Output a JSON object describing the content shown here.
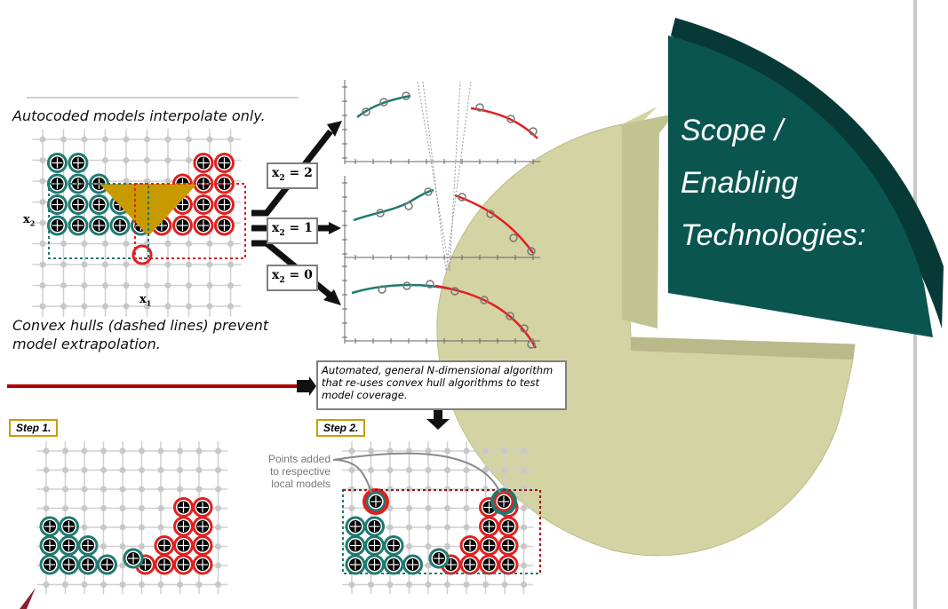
{
  "diagram": {
    "caption_top": "Autocoded models interpolate only.",
    "caption_bottom_line1": "Convex hulls (dashed lines) prevent",
    "caption_bottom_line2": "model extrapolation.",
    "axis_x": "x",
    "axis_x_sub": "1",
    "axis_y": "x",
    "axis_y_sub": "2",
    "slice_labels": [
      {
        "var": "x",
        "sub": "2",
        "eq": " = 2"
      },
      {
        "var": "x",
        "sub": "2",
        "eq": " = 1"
      },
      {
        "var": "x",
        "sub": "2",
        "eq": " = 0"
      }
    ],
    "algorithm_box": "Automated, general N-dimensional algorithm that re-uses convex hull algorithms to test model coverage.",
    "step1": "Step 1.",
    "step2": "Step 2.",
    "points_note_line1": "Points added",
    "points_note_line2": "to respective",
    "points_note_line3": "local models"
  },
  "panel": {
    "title_line1": "Scope /",
    "title_line2": "Enabling",
    "title_line3": "Technologies:"
  },
  "colors": {
    "teal": "#1f7a70",
    "red": "#e02020",
    "gold": "#c89a00",
    "pie": "#d3d3a3",
    "panel": "#0a5550",
    "panel_dark": "#073a36"
  }
}
